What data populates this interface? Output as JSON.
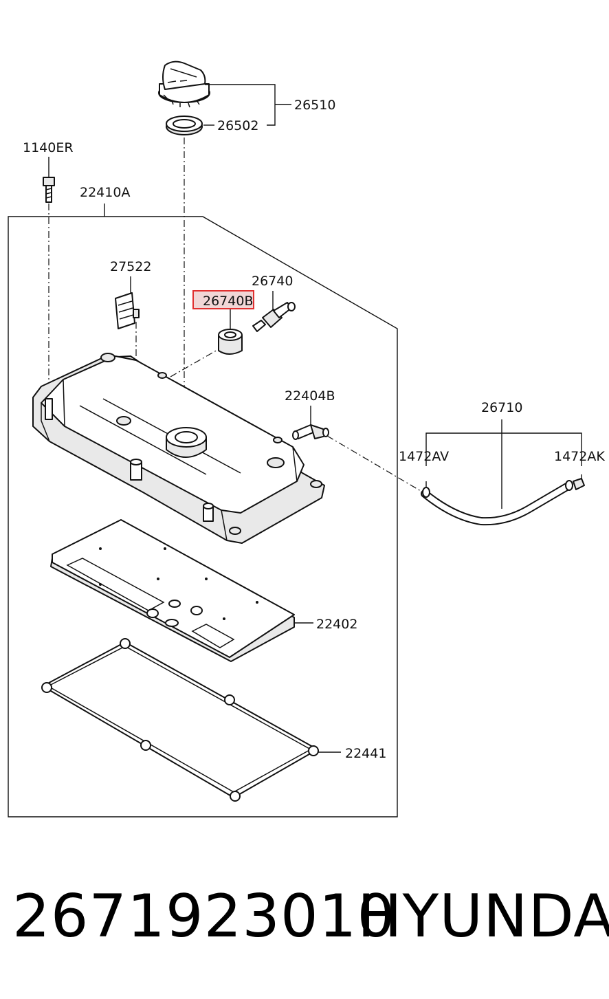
{
  "diagram": {
    "labels": {
      "p26510": "26510",
      "p26502": "26502",
      "p1140ER": "1140ER",
      "p22410A": "22410A",
      "p27522": "27522",
      "p26740": "26740",
      "p26740B": "26740B",
      "p22404B": "22404B",
      "p26710": "26710",
      "p1472AV": "1472AV",
      "p1472AK": "1472AK",
      "p22402": "22402",
      "p22441": "22441"
    },
    "highlight_color": "#e03030"
  },
  "footer": {
    "part_number": "2671923010",
    "brand": "HYUNDAI"
  }
}
